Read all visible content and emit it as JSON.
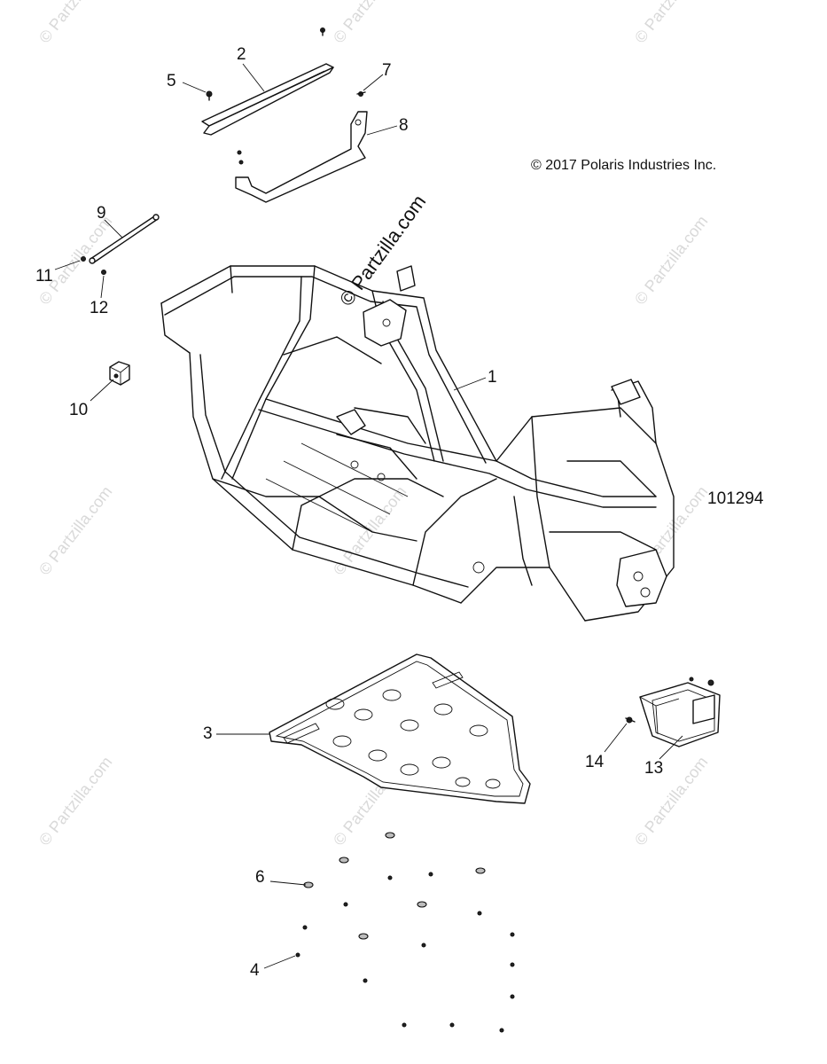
{
  "copyright": "© 2017 Polaris Industries Inc.",
  "figure_number": "101294",
  "watermark": "© Partzilla.com",
  "callouts": [
    {
      "id": "c1",
      "label": "1"
    },
    {
      "id": "c2",
      "label": "2"
    },
    {
      "id": "c3",
      "label": "3"
    },
    {
      "id": "c4",
      "label": "4"
    },
    {
      "id": "c5",
      "label": "5"
    },
    {
      "id": "c6",
      "label": "6"
    },
    {
      "id": "c7",
      "label": "7"
    },
    {
      "id": "c8",
      "label": "8"
    },
    {
      "id": "c9",
      "label": "9"
    },
    {
      "id": "c10",
      "label": "10"
    },
    {
      "id": "c11",
      "label": "11"
    },
    {
      "id": "c12",
      "label": "12"
    },
    {
      "id": "c13",
      "label": "13"
    },
    {
      "id": "c14",
      "label": "14"
    }
  ]
}
